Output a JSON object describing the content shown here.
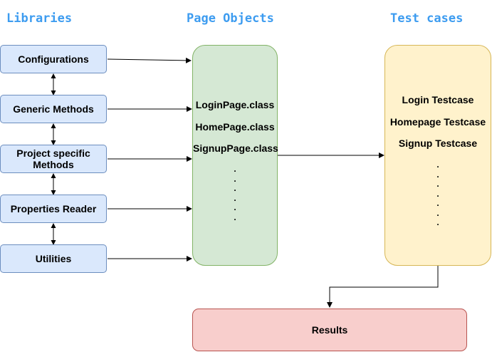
{
  "headings": {
    "libraries": "Libraries",
    "page_objects": "Page Objects",
    "test_cases": "Test cases"
  },
  "libraries": {
    "items": [
      {
        "label": "Configurations"
      },
      {
        "label": "Generic Methods"
      },
      {
        "label": "Project specific Methods"
      },
      {
        "label": "Properties Reader"
      },
      {
        "label": "Utilities"
      }
    ]
  },
  "page_objects": {
    "items": [
      "LoginPage.class",
      "HomePage.class",
      "SignupPage.class"
    ],
    "ellipsis": ". . . . . ."
  },
  "test_cases": {
    "items": [
      "Login Testcase",
      "Homepage Testcase",
      "Signup Testcase"
    ],
    "ellipsis": ". . . . . . ."
  },
  "results": {
    "label": "Results"
  },
  "colors": {
    "heading": "#3d9cf0",
    "library_fill": "#dae8fc",
    "library_stroke": "#6c8ebf",
    "page_objects_fill": "#d5e8d4",
    "page_objects_stroke": "#82b366",
    "test_cases_fill": "#fff2cc",
    "test_cases_stroke": "#d6b656",
    "results_fill": "#f8cecc",
    "results_stroke": "#b85450"
  }
}
